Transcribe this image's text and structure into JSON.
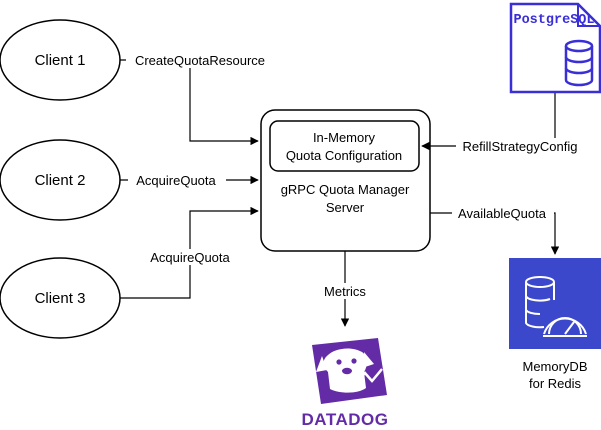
{
  "clients": [
    {
      "id": "client1",
      "label": "Client 1"
    },
    {
      "id": "client2",
      "label": "Client 2"
    },
    {
      "id": "client3",
      "label": "Client 3"
    }
  ],
  "server": {
    "inner_line1": "In-Memory",
    "inner_line2": "Quota Configuration",
    "title_line1": "gRPC Quota Manager",
    "title_line2": "Server"
  },
  "edges": {
    "create_quota_resource": "CreateQuotaResource",
    "acquire_quota_client2": "AcquireQuota",
    "acquire_quota_client3": "AcquireQuota",
    "refill_strategy_config": "RefillStrategyConfig",
    "available_quota": "AvailableQuota",
    "metrics": "Metrics"
  },
  "postgres": {
    "label": "PostgreSQL",
    "color": "#3a2fd6"
  },
  "memorydb": {
    "line1": "MemoryDB",
    "line2": "for Redis",
    "color": "#3b48cc"
  },
  "datadog": {
    "label": "DATADOG",
    "color": "#632ca6"
  }
}
